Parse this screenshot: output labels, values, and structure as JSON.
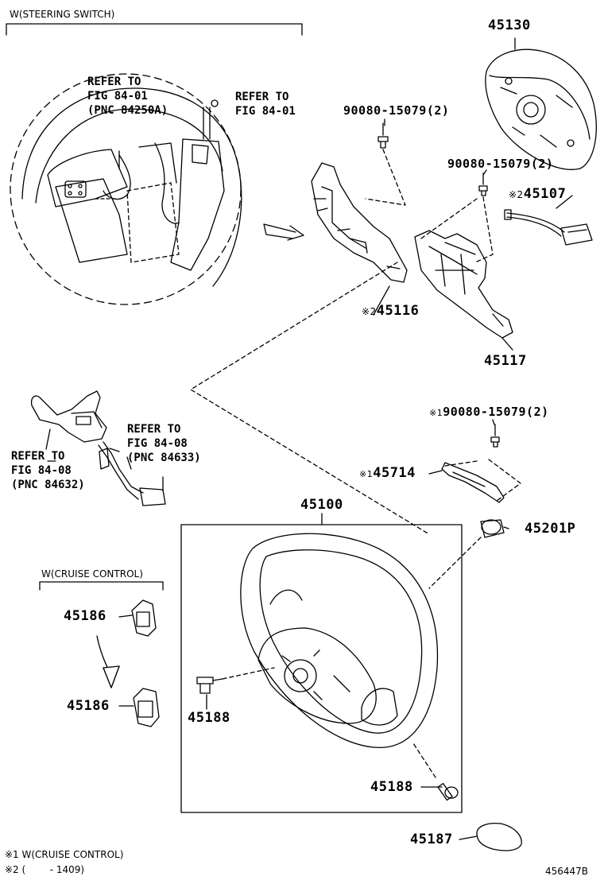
{
  "diagram": {
    "header": {
      "steering_switch_section": "W(STEERING SWITCH)",
      "cruise_control_section": "W(CRUISE CONTROL)"
    },
    "references": {
      "ref1_line1": "REFER TO",
      "ref1_line2": "FIG 84-01",
      "ref1_line3": "(PNC 84250A)",
      "ref2_line1": "REFER TO",
      "ref2_line2": "FIG 84-01",
      "ref3_line1": "REFER TO",
      "ref3_line2": "FIG 84-08",
      "ref3_line3": "(PNC 84633)",
      "ref4_line1": "REFER TO",
      "ref4_line2": "FIG 84-08",
      "ref4_line3": "(PNC 84632)"
    },
    "parts": {
      "p45130": "45130",
      "p90080_a": "90080-15079(2)",
      "p90080_b": "90080-15079(2)",
      "p90080_c": "90080-15079(2)",
      "p45107": "45107",
      "p45116": "45116",
      "p45117": "45117",
      "p45714": "45714",
      "p45100": "45100",
      "p45201p": "45201P",
      "p45186_a": "45186",
      "p45186_b": "45186",
      "p45188_a": "45188",
      "p45188_b": "45188",
      "p45187": "45187"
    },
    "marks": {
      "m2_45107": "※2",
      "m2_45116": "※2",
      "m1_90080": "※1",
      "m1_45714": "※1"
    },
    "footnotes": {
      "note1": "※1 W(CRUISE CONTROL)",
      "note2": "※2 (        - 1409)"
    },
    "diagram_id": "456447B"
  }
}
